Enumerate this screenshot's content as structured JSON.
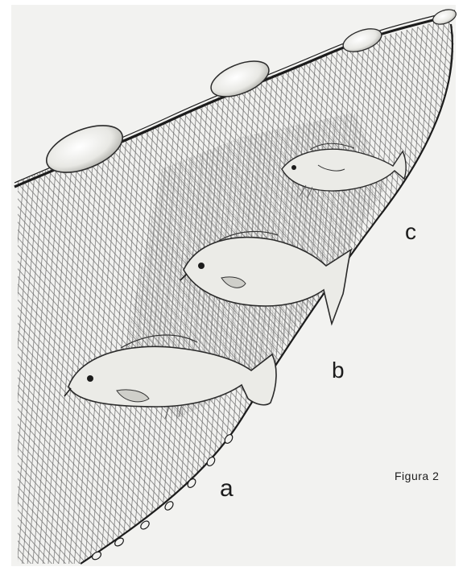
{
  "labels": {
    "a": "a",
    "b": "b",
    "c": "c"
  },
  "caption": "Figura 2",
  "colors": {
    "paper": "#f2f2f0",
    "ink": "#1c1c1c",
    "mesh": "#555555"
  }
}
